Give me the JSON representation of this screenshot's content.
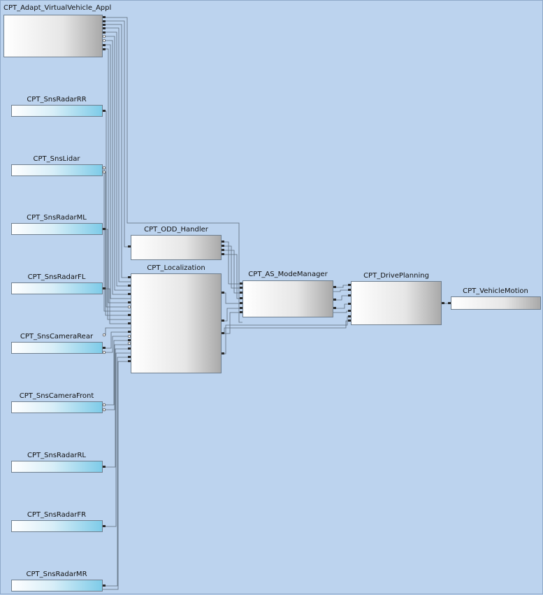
{
  "diagram": {
    "components": [
      {
        "id": "virtual_vehicle",
        "label": "CPT_Adapt_VirtualVehicle_Appl",
        "style": "gray"
      },
      {
        "id": "radar_rr",
        "label": "CPT_SnsRadarRR",
        "style": "blue"
      },
      {
        "id": "lidar",
        "label": "CPT_SnsLidar",
        "style": "blue"
      },
      {
        "id": "radar_ml",
        "label": "CPT_SnsRadarML",
        "style": "blue"
      },
      {
        "id": "radar_fl",
        "label": "CPT_SnsRadarFL",
        "style": "blue"
      },
      {
        "id": "camera_rear",
        "label": "CPT_SnsCameraRear",
        "style": "blue"
      },
      {
        "id": "camera_front",
        "label": "CPT_SnsCameraFront",
        "style": "blue"
      },
      {
        "id": "radar_rl",
        "label": "CPT_SnsRadarRL",
        "style": "blue"
      },
      {
        "id": "radar_fr",
        "label": "CPT_SnsRadarFR",
        "style": "blue"
      },
      {
        "id": "radar_mr",
        "label": "CPT_SnsRadarMR",
        "style": "blue"
      },
      {
        "id": "odd_handler",
        "label": "CPT_ODD_Handler",
        "style": "gray"
      },
      {
        "id": "localization",
        "label": "CPT_Localization",
        "style": "gray"
      },
      {
        "id": "mode_manager",
        "label": "CPT_AS_ModeManager",
        "style": "gray"
      },
      {
        "id": "drive_planning",
        "label": "CPT_DrivePlanning",
        "style": "gray"
      },
      {
        "id": "vehicle_motion",
        "label": "CPT_VehicleMotion",
        "style": "gray"
      }
    ],
    "colors": {
      "background": "#bcd3ee",
      "wire": "#5c6b7a",
      "sensor_gradient_end": "#7ecbe8",
      "component_gradient_end": "#a9a9a9"
    }
  }
}
